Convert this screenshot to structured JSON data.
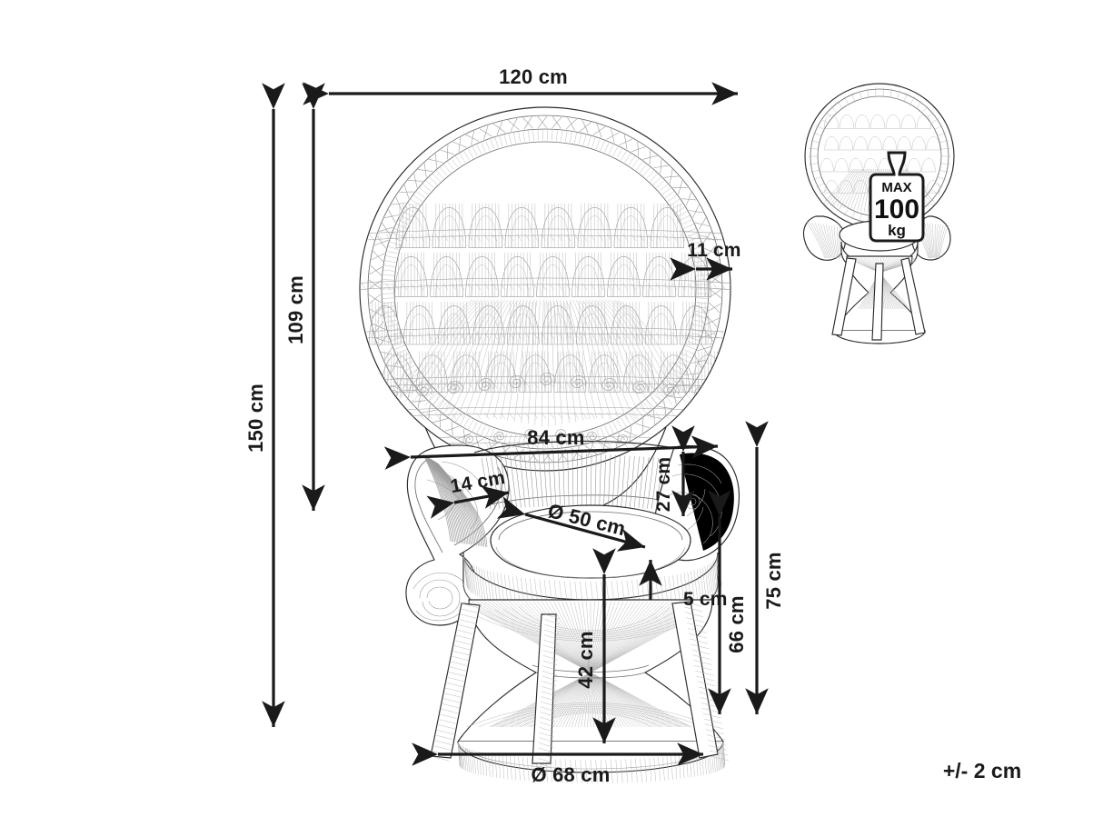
{
  "page": {
    "type": "product-dimension-drawing",
    "subject": "peacock rattan armchair",
    "background_color": "#ffffff",
    "line_color": "#2b2b2b",
    "dimension_color": "#1a1a1a"
  },
  "dimensions": {
    "total_width": "120 cm",
    "backrest_height": "109 cm",
    "total_height": "150 cm",
    "backrest_rim_depth": "11 cm",
    "armrest_span": "84 cm",
    "armrest_depth": "14 cm",
    "seat_diameter": "Ø 50 cm",
    "backrest_to_seat": "27 cm",
    "cushion_thickness": "5 cm",
    "armrest_height": "66 cm",
    "arm_top_height": "75 cm",
    "base_height": "42 cm",
    "base_diameter": "Ø 68 cm"
  },
  "load_label": {
    "max": "MAX",
    "value": "100",
    "unit": "kg"
  },
  "tolerance": "+/- 2 cm",
  "icons": {
    "weight": "weight-icon",
    "arrow": "dimension-arrow-icon"
  }
}
